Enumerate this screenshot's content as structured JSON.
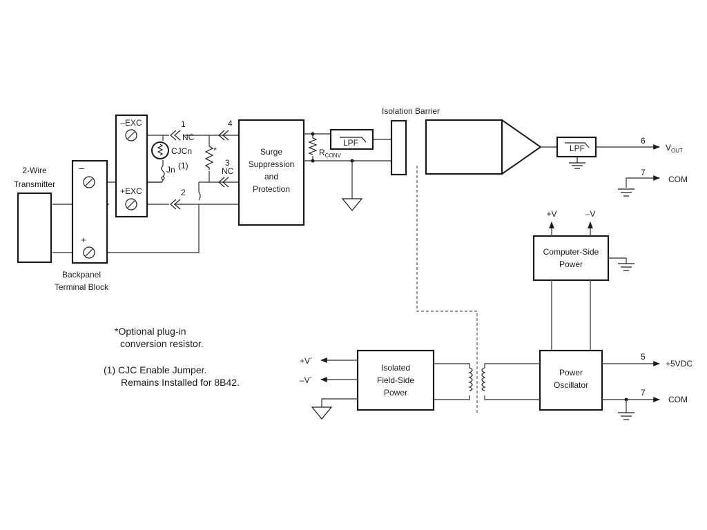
{
  "labels": {
    "transmitter": [
      "2-Wire",
      "Transmitter"
    ],
    "terminal_block": [
      "Backpanel",
      "Terminal Block"
    ],
    "minus": "–",
    "plus": "+",
    "neg_exc": "–EXC",
    "pos_exc": "+EXC",
    "cjc": "CJCn",
    "jumper": "Jn",
    "jumper_note_ref": "(1)",
    "asterisk": "*",
    "nc_top": "NC",
    "nc_bottom": "NC",
    "pin1": "1",
    "pin2": "2",
    "pin3": "3",
    "pin4": "4",
    "surge": [
      "Surge",
      "Suppression",
      "and",
      "Protection"
    ],
    "rconv": "R",
    "rconv_sub": "CONV",
    "lpf_left": "LPF",
    "lpf_right": "LPF",
    "isolation_barrier": "Isolation Barrier",
    "pin6": "6",
    "vout": "V",
    "vout_sub": "OUT",
    "pin7_top": "7",
    "com_top": "COM",
    "plus_v": "+V",
    "minus_v": "–V",
    "computer_power": [
      "Computer-Side",
      "Power"
    ],
    "pin5": "5",
    "plus_5vdc": "+5VDC",
    "pin7_bottom": "7",
    "com_bottom": "COM",
    "power_osc": [
      "Power",
      "Oscillator"
    ],
    "field_power": [
      "Isolated",
      "Field-Side",
      "Power"
    ],
    "plus_v_prime": "+V´",
    "minus_v_prime": "–V´",
    "note_optional": [
      "*Optional plug-in",
      "conversion resistor."
    ],
    "note_cjc": [
      "(1) CJC Enable Jumper.",
      "Remains Installed for 8B42."
    ]
  }
}
